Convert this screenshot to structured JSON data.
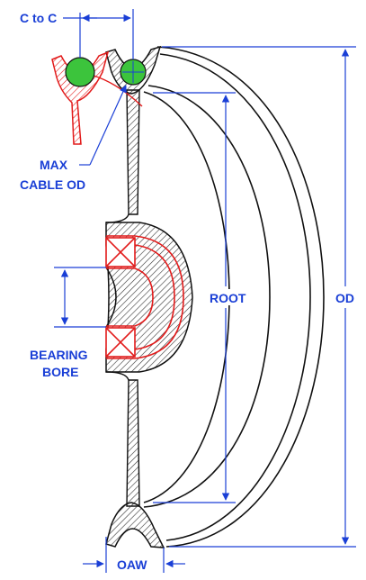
{
  "colors": {
    "outline": "#111111",
    "dimension": "#1a3fd6",
    "cutaway": "#e21b1b",
    "cable": "#3cc43c",
    "hatch": "#333333",
    "background": "#ffffff"
  },
  "labels": {
    "c_to_c": "C to C",
    "max_cable_od_line1": "MAX",
    "max_cable_od_line2": "CABLE OD",
    "root": "ROOT",
    "od": "OD",
    "bearing_bore_line1": "BEARING",
    "bearing_bore_line2": "BORE",
    "oaw": "OAW"
  }
}
